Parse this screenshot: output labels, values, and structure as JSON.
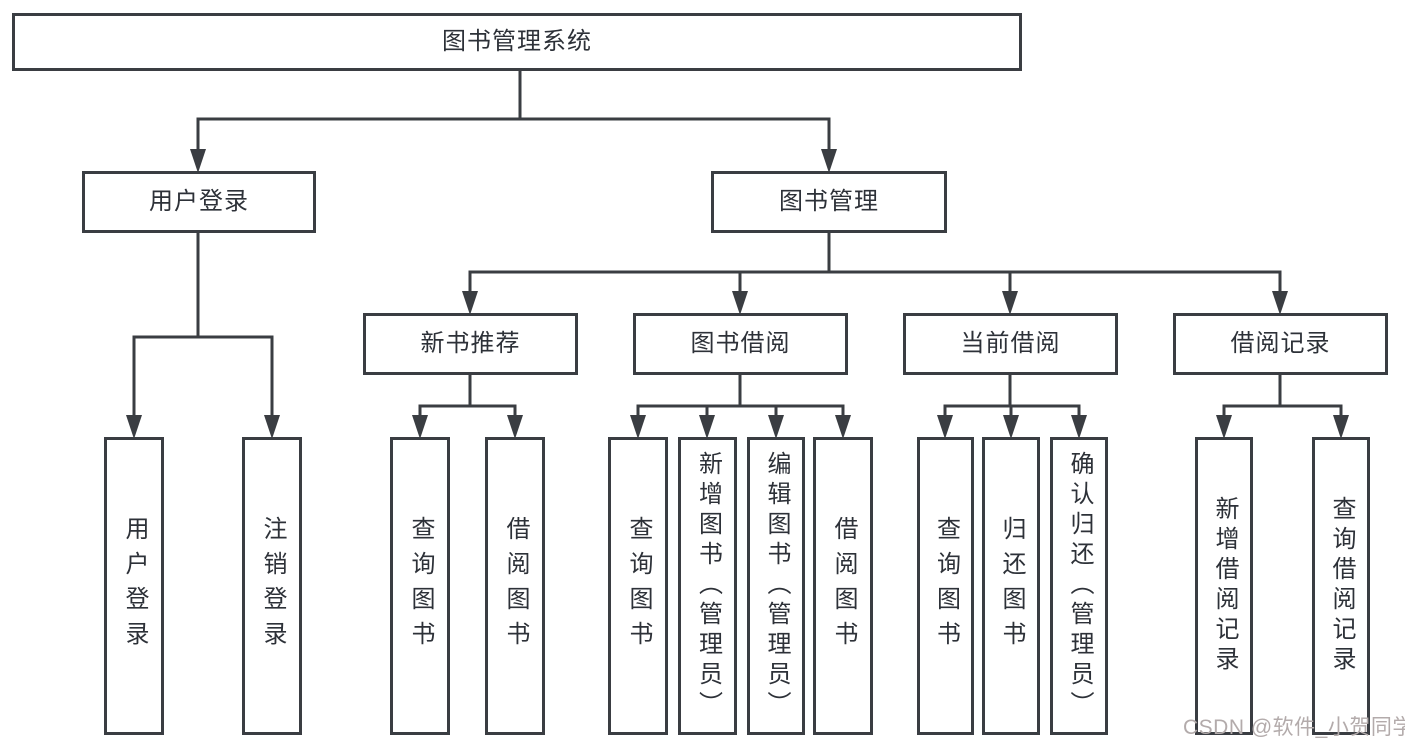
{
  "tree": {
    "label": "图书管理系统",
    "children": [
      {
        "label": "用户登录",
        "children": [
          {
            "label": "用户登录"
          },
          {
            "label": "注销登录"
          }
        ]
      },
      {
        "label": "图书管理",
        "children": [
          {
            "label": "新书推荐",
            "children": [
              {
                "label": "查询图书"
              },
              {
                "label": "借阅图书"
              }
            ]
          },
          {
            "label": "图书借阅",
            "children": [
              {
                "label": "查询图书"
              },
              {
                "label": "新增图书（管理员）"
              },
              {
                "label": "编辑图书（管理员）"
              },
              {
                "label": "借阅图书"
              }
            ]
          },
          {
            "label": "当前借阅",
            "children": [
              {
                "label": "查询图书"
              },
              {
                "label": "归还图书"
              },
              {
                "label": "确认归还（管理员）"
              }
            ]
          },
          {
            "label": "借阅记录",
            "children": [
              {
                "label": "新增借阅记录"
              },
              {
                "label": "查询借阅记录"
              }
            ]
          }
        ]
      }
    ]
  },
  "watermark": {
    "text": "CSDN @软件_小贺同学",
    "color": "#b3abab"
  },
  "diagram": {
    "line_color": "#3a3d42"
  }
}
